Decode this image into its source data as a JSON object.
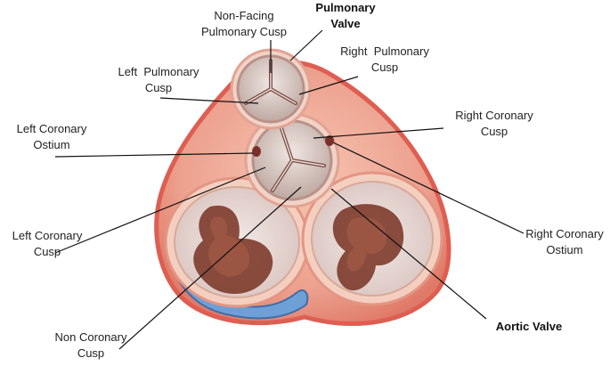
{
  "labels": {
    "non_facing_pulmonary_cusp": "Non-Facing\nPulmonary Cusp",
    "pulmonary_valve": "Pulmonary\nValve",
    "right_pulmonary_cusp": "Right  Pulmonary\nCusp",
    "left_pulmonary_cusp": "Left  Pulmonary\nCusp",
    "right_coronary_cusp": "Right Coronary\nCusp",
    "left_coronary_ostium": "Left Coronary\nOstium",
    "left_coronary_cusp": "Left Coronary\nCusp",
    "right_coronary_ostium": "Right Coronary\nOstium",
    "non_coronary_cusp": "Non Coronary\nCusp",
    "aortic_valve": "Aortic Valve"
  },
  "colors": {
    "outer_tissue": "#e8897a",
    "outer_edge": "#e0645a",
    "chamber_ring": "#f2c6b6",
    "chamber_fill": "#e9dcd8",
    "muscle": "#7a3a2a",
    "valve_ring": "#c9a39a",
    "valve_fill": "#dcd0cc",
    "vein": "#5b8ec9",
    "leader_line": "#111111"
  }
}
